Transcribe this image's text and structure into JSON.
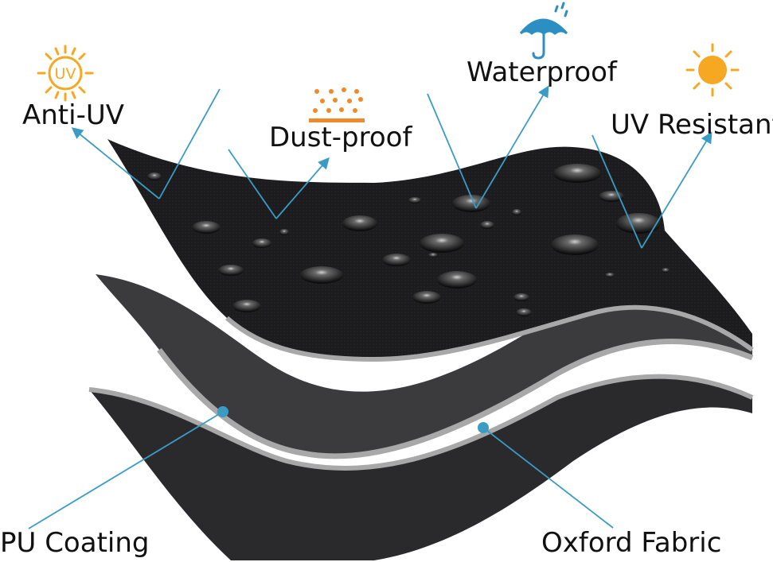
{
  "labels": {
    "anti_uv": "Anti-UV",
    "dust_proof": "Dust-proof",
    "waterproof": "Waterproof",
    "uv_resistant": "UV Resistant",
    "pu_coating": "PU Coating",
    "oxford_fabric": "Oxford Fabric"
  },
  "icons": {
    "uv_badge_text": "UV",
    "anti_uv": "uv-sun-icon",
    "dust_proof": "dust-particles-icon",
    "waterproof": "umbrella-rain-icon",
    "uv_resistant": "sun-icon"
  },
  "colors": {
    "leader_line": "#3a9cc4",
    "top_layer": "#1c1c1e",
    "middle_layer": "#3b3b3d",
    "bottom_layer": "#2a2a2c",
    "edge_grey": "#a8a8a8",
    "sun_orange": "#f7a823",
    "dust_orange": "#f0892a",
    "umbrella_blue": "#2c8fc4"
  }
}
